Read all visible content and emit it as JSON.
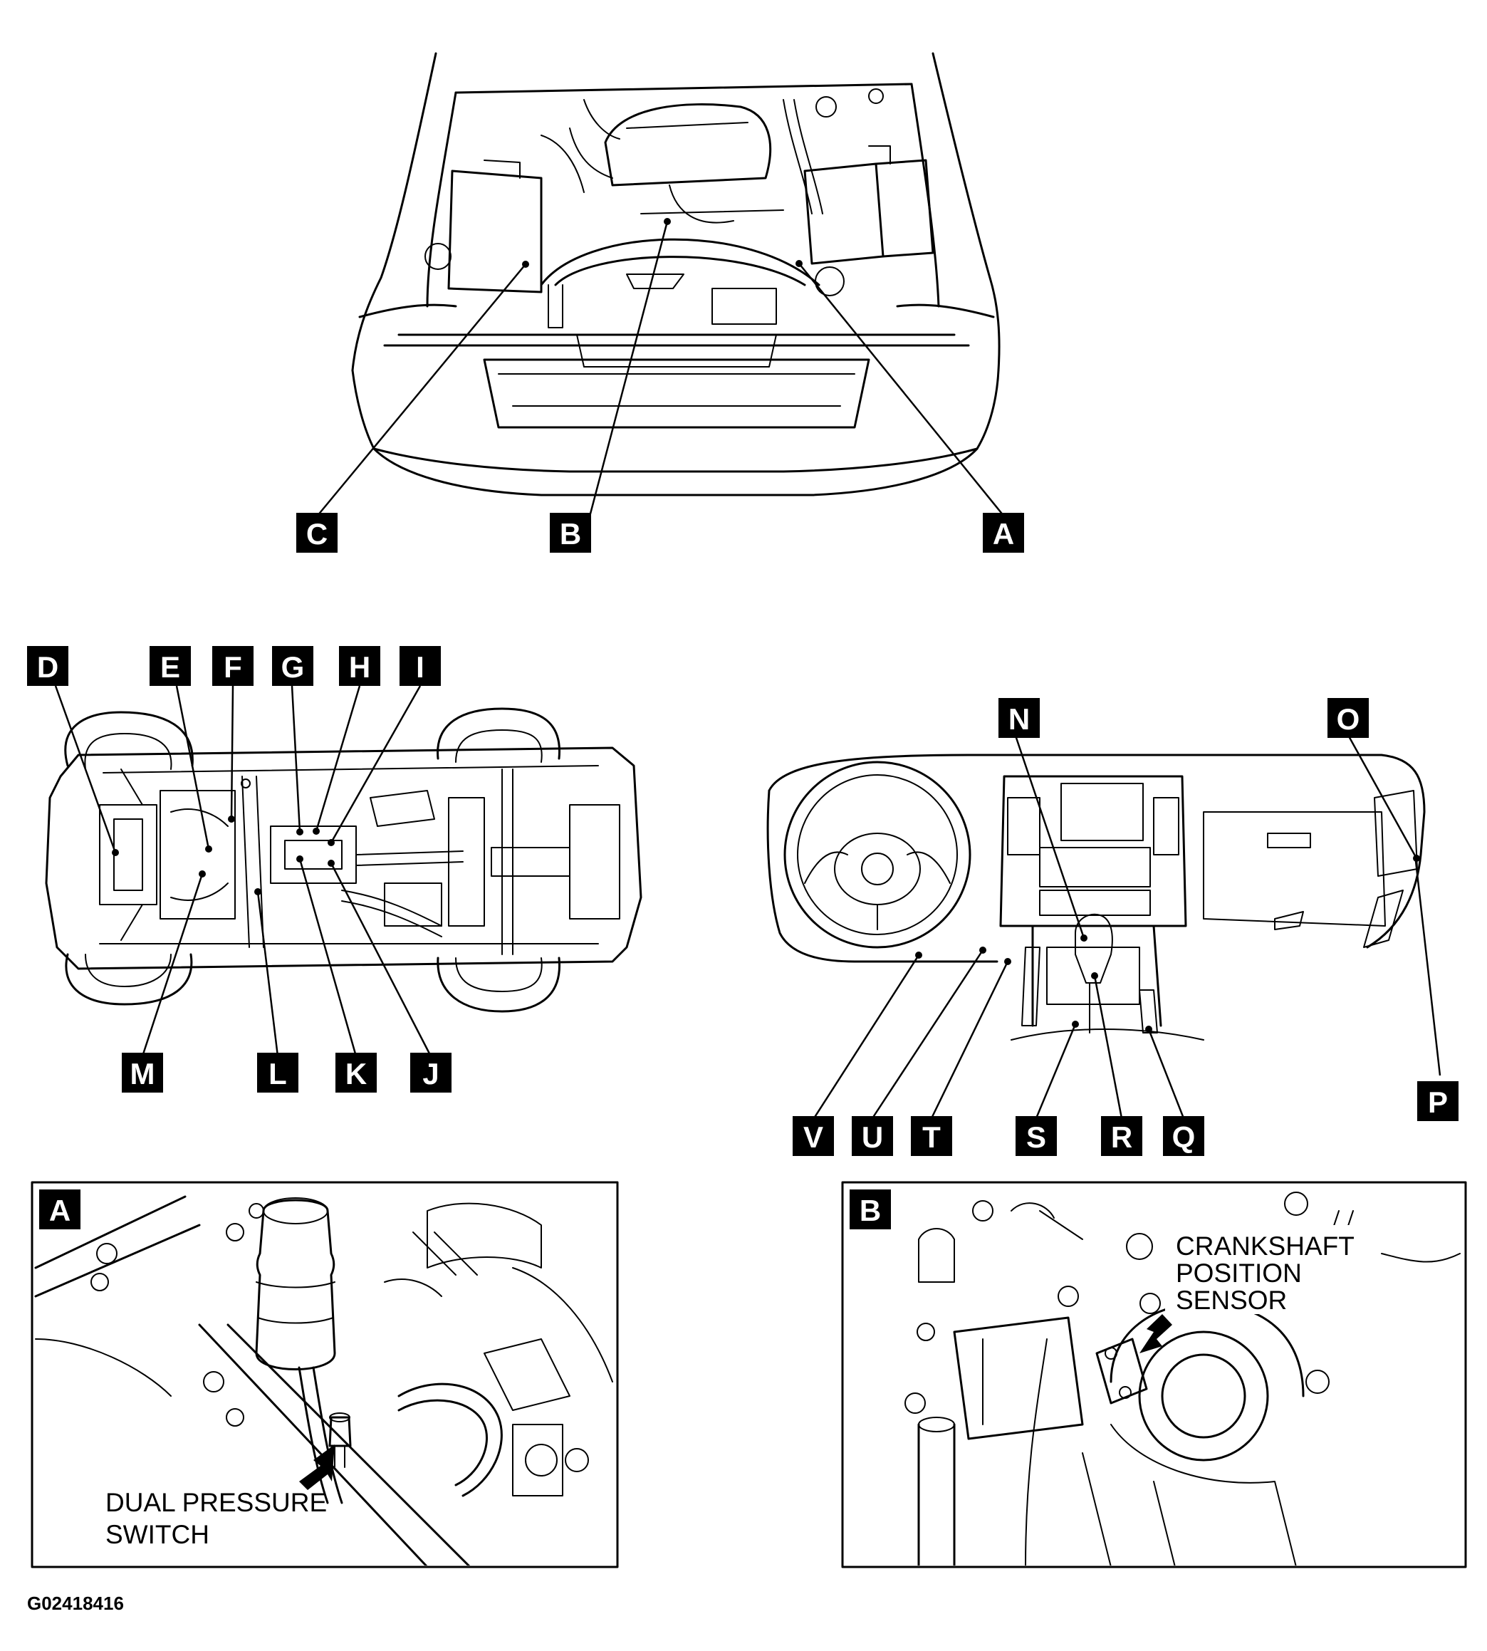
{
  "callouts": {
    "A": "A",
    "B": "B",
    "C": "C",
    "D": "D",
    "E": "E",
    "F": "F",
    "G": "G",
    "H": "H",
    "I": "I",
    "J": "J",
    "K": "K",
    "L": "L",
    "M": "M",
    "N": "N",
    "O": "O",
    "P": "P",
    "Q": "Q",
    "R": "R",
    "S": "S",
    "T": "T",
    "U": "U",
    "V": "V"
  },
  "detail_a": {
    "tag": "A",
    "caption_line1": "DUAL PRESSURE",
    "caption_line2": "SWITCH"
  },
  "detail_b": {
    "tag": "B",
    "caption_line1": "CRANKSHAFT",
    "caption_line2": "POSITION",
    "caption_line3": "SENSOR"
  },
  "figure_code": "G02418416"
}
